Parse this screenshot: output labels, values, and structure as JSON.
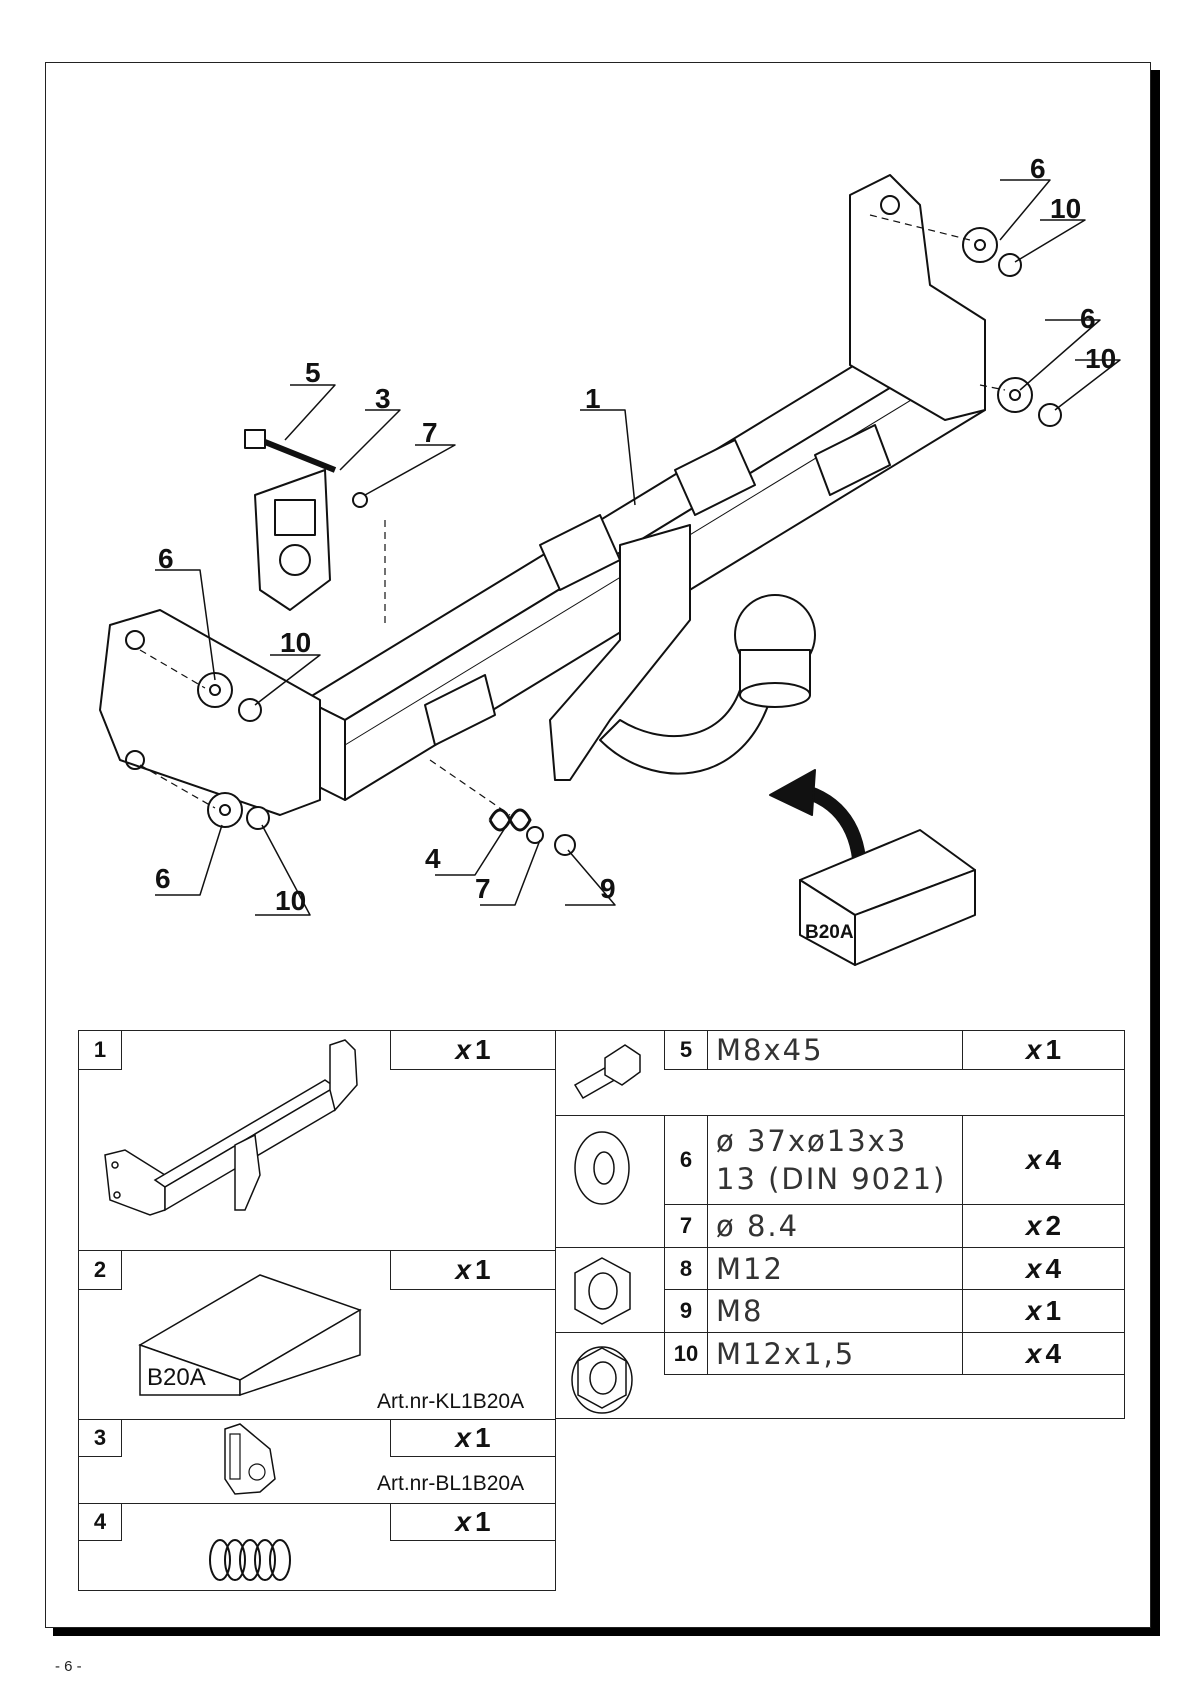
{
  "diagram": {
    "callouts": [
      "6",
      "10",
      "6",
      "10",
      "5",
      "3",
      "7",
      "1",
      "6",
      "10",
      "6",
      "10",
      "4",
      "7",
      "9"
    ],
    "box_label": "B20A"
  },
  "parts": [
    {
      "num": "1",
      "qty_x": "x",
      "qty_n": "1"
    },
    {
      "num": "2",
      "qty_x": "x",
      "qty_n": "1",
      "box_label": "B20A",
      "art": "Art.nr-KL1B20A"
    },
    {
      "num": "3",
      "qty_x": "x",
      "qty_n": "1",
      "art": "Art.nr-BL1B20A"
    },
    {
      "num": "4",
      "qty_x": "x",
      "qty_n": "1"
    },
    {
      "num": "5",
      "spec": "M8x45",
      "qty_x": "x",
      "qty_n": "1"
    },
    {
      "num": "6",
      "spec_line1": "ø 37xø13x3",
      "spec_line2": "13  (DIN 9021)",
      "qty_x": "x",
      "qty_n": "4"
    },
    {
      "num": "7",
      "spec": "ø 8.4",
      "qty_x": "x",
      "qty_n": "2"
    },
    {
      "num": "8",
      "spec": "M12",
      "qty_x": "x",
      "qty_n": "4"
    },
    {
      "num": "9",
      "spec": "M8",
      "qty_x": "x",
      "qty_n": "1"
    },
    {
      "num": "10",
      "spec": "M12x1,5",
      "qty_x": "x",
      "qty_n": "4"
    }
  ],
  "footer": {
    "page": "- 6 -"
  }
}
